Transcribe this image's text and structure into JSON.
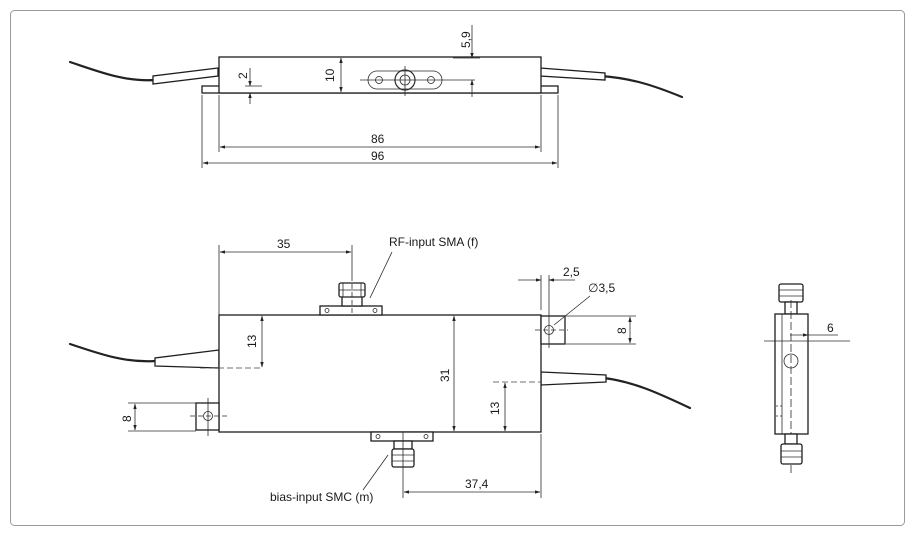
{
  "dimensions": {
    "top_dim_5_9": "5,9",
    "top_dim_2": "2",
    "top_dim_10": "10",
    "top_dim_86": "86",
    "top_dim_96": "96",
    "front_dim_35": "35",
    "front_dim_2_5": "2,5",
    "front_dim_diam": "∅3,5",
    "front_dim_8_right": "8",
    "front_dim_13_left": "13",
    "front_dim_31": "31",
    "front_dim_13_right": "13",
    "front_dim_8_left": "8",
    "front_dim_37_4": "37,4",
    "side_dim_6": "6"
  },
  "labels": {
    "rf_input": "RF-input SMA (f)",
    "bias_input": "bias-input SMC (m)"
  }
}
